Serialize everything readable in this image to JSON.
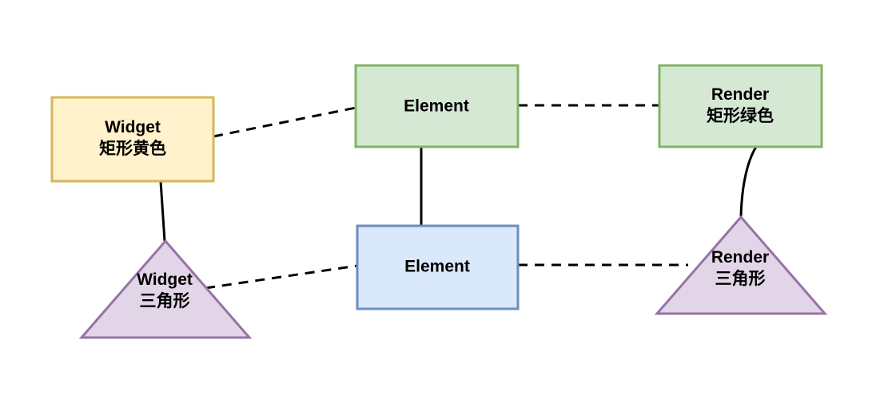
{
  "diagram": {
    "title": "Widget-Element-Render tree diagram",
    "background_color": "#ffffff",
    "edge_color": "#000000",
    "text_color": "#000000",
    "nodes": {
      "widget_rect": {
        "label": "Widget",
        "sublabel": "矩形黄色",
        "shape": "rectangle",
        "fill": "#fff2cc",
        "stroke": "#d6b656"
      },
      "element_top": {
        "label": "Element",
        "shape": "rectangle",
        "fill": "#d5e8d4",
        "stroke": "#82b366"
      },
      "render_rect": {
        "label": "Render",
        "sublabel": "矩形绿色",
        "shape": "rectangle",
        "fill": "#d5e8d4",
        "stroke": "#82b366"
      },
      "element_bottom": {
        "label": "Element",
        "shape": "rectangle",
        "fill": "#dae8fc",
        "stroke": "#6c8ebf"
      },
      "widget_triangle": {
        "label": "Widget",
        "sublabel": "三角形",
        "shape": "triangle",
        "fill": "#e1d5e7",
        "stroke": "#9673a6"
      },
      "render_triangle": {
        "label": "Render",
        "sublabel": "三角形",
        "shape": "triangle",
        "fill": "#e1d5e7",
        "stroke": "#9673a6"
      }
    },
    "edges": [
      {
        "from": "widget_rect",
        "to": "element_top",
        "style": "dashed"
      },
      {
        "from": "element_top",
        "to": "render_rect",
        "style": "dashed"
      },
      {
        "from": "element_top",
        "to": "element_bottom",
        "style": "solid"
      },
      {
        "from": "widget_rect",
        "to": "widget_triangle",
        "style": "solid"
      },
      {
        "from": "render_rect",
        "to": "render_triangle",
        "style": "solid-curve"
      },
      {
        "from": "widget_triangle",
        "to": "element_bottom",
        "style": "dashed"
      },
      {
        "from": "element_bottom",
        "to": "render_triangle",
        "style": "dashed"
      }
    ]
  }
}
